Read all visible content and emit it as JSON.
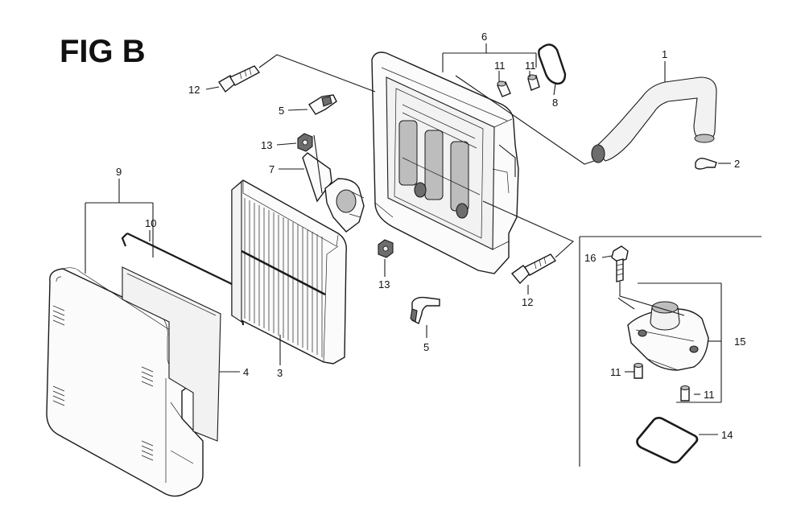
{
  "figure": {
    "title": "FIG B"
  },
  "callouts": {
    "c1": "1",
    "c2": "2",
    "c3": "3",
    "c4": "4",
    "c5a": "5",
    "c5b": "5",
    "c6": "6",
    "c7": "7",
    "c8": "8",
    "c9": "9",
    "c10": "10",
    "c11a": "11",
    "c11b": "11",
    "c11c": "11",
    "c11d": "11",
    "c12a": "12",
    "c12b": "12",
    "c13a": "13",
    "c13b": "13",
    "c14": "14",
    "c15": "15",
    "c16": "16"
  }
}
